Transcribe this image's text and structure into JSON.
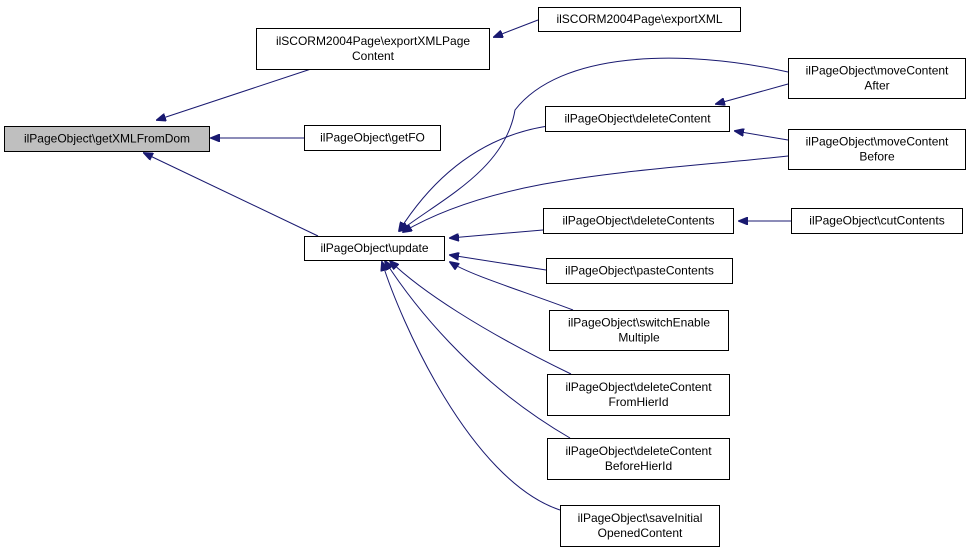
{
  "colors": {
    "edge": "#191970",
    "root_fill": "#bfbfbf",
    "node_fill": "#ffffff",
    "node_stroke": "#000000"
  },
  "nodes": {
    "getXMLFromDom": {
      "lines": [
        "ilPageObject\\getXMLFromDom"
      ],
      "role": "root"
    },
    "exportXMLPageContent": {
      "lines": [
        "ilSCORM2004Page\\exportXMLPage",
        "Content"
      ]
    },
    "exportXML": {
      "lines": [
        "ilSCORM2004Page\\exportXML"
      ]
    },
    "getFO": {
      "lines": [
        "ilPageObject\\getFO"
      ]
    },
    "update": {
      "lines": [
        "ilPageObject\\update"
      ]
    },
    "deleteContent": {
      "lines": [
        "ilPageObject\\deleteContent"
      ]
    },
    "moveContentAfter": {
      "lines": [
        "ilPageObject\\moveContent",
        "After"
      ]
    },
    "moveContentBefore": {
      "lines": [
        "ilPageObject\\moveContent",
        "Before"
      ]
    },
    "deleteContents": {
      "lines": [
        "ilPageObject\\deleteContents"
      ]
    },
    "cutContents": {
      "lines": [
        "ilPageObject\\cutContents"
      ]
    },
    "pasteContents": {
      "lines": [
        "ilPageObject\\pasteContents"
      ]
    },
    "switchEnableMultiple": {
      "lines": [
        "ilPageObject\\switchEnable",
        "Multiple"
      ]
    },
    "deleteContentFromHierId": {
      "lines": [
        "ilPageObject\\deleteContent",
        "FromHierId"
      ]
    },
    "deleteContentBeforeHierId": {
      "lines": [
        "ilPageObject\\deleteContent",
        "BeforeHierId"
      ]
    },
    "saveInitialOpenedContent": {
      "lines": [
        "ilPageObject\\saveInitial",
        "OpenedContent"
      ]
    }
  },
  "edges": [
    {
      "from": "exportXMLPageContent",
      "to": "getXMLFromDom"
    },
    {
      "from": "getFO",
      "to": "getXMLFromDom"
    },
    {
      "from": "update",
      "to": "getXMLFromDom"
    },
    {
      "from": "exportXML",
      "to": "exportXMLPageContent"
    },
    {
      "from": "deleteContent",
      "to": "update"
    },
    {
      "from": "moveContentAfter",
      "to": "update"
    },
    {
      "from": "moveContentBefore",
      "to": "update"
    },
    {
      "from": "deleteContents",
      "to": "update"
    },
    {
      "from": "pasteContents",
      "to": "update"
    },
    {
      "from": "switchEnableMultiple",
      "to": "update"
    },
    {
      "from": "deleteContentFromHierId",
      "to": "update"
    },
    {
      "from": "deleteContentBeforeHierId",
      "to": "update"
    },
    {
      "from": "saveInitialOpenedContent",
      "to": "update"
    },
    {
      "from": "moveContentAfter",
      "to": "deleteContent"
    },
    {
      "from": "moveContentBefore",
      "to": "deleteContent"
    },
    {
      "from": "cutContents",
      "to": "deleteContents"
    }
  ]
}
